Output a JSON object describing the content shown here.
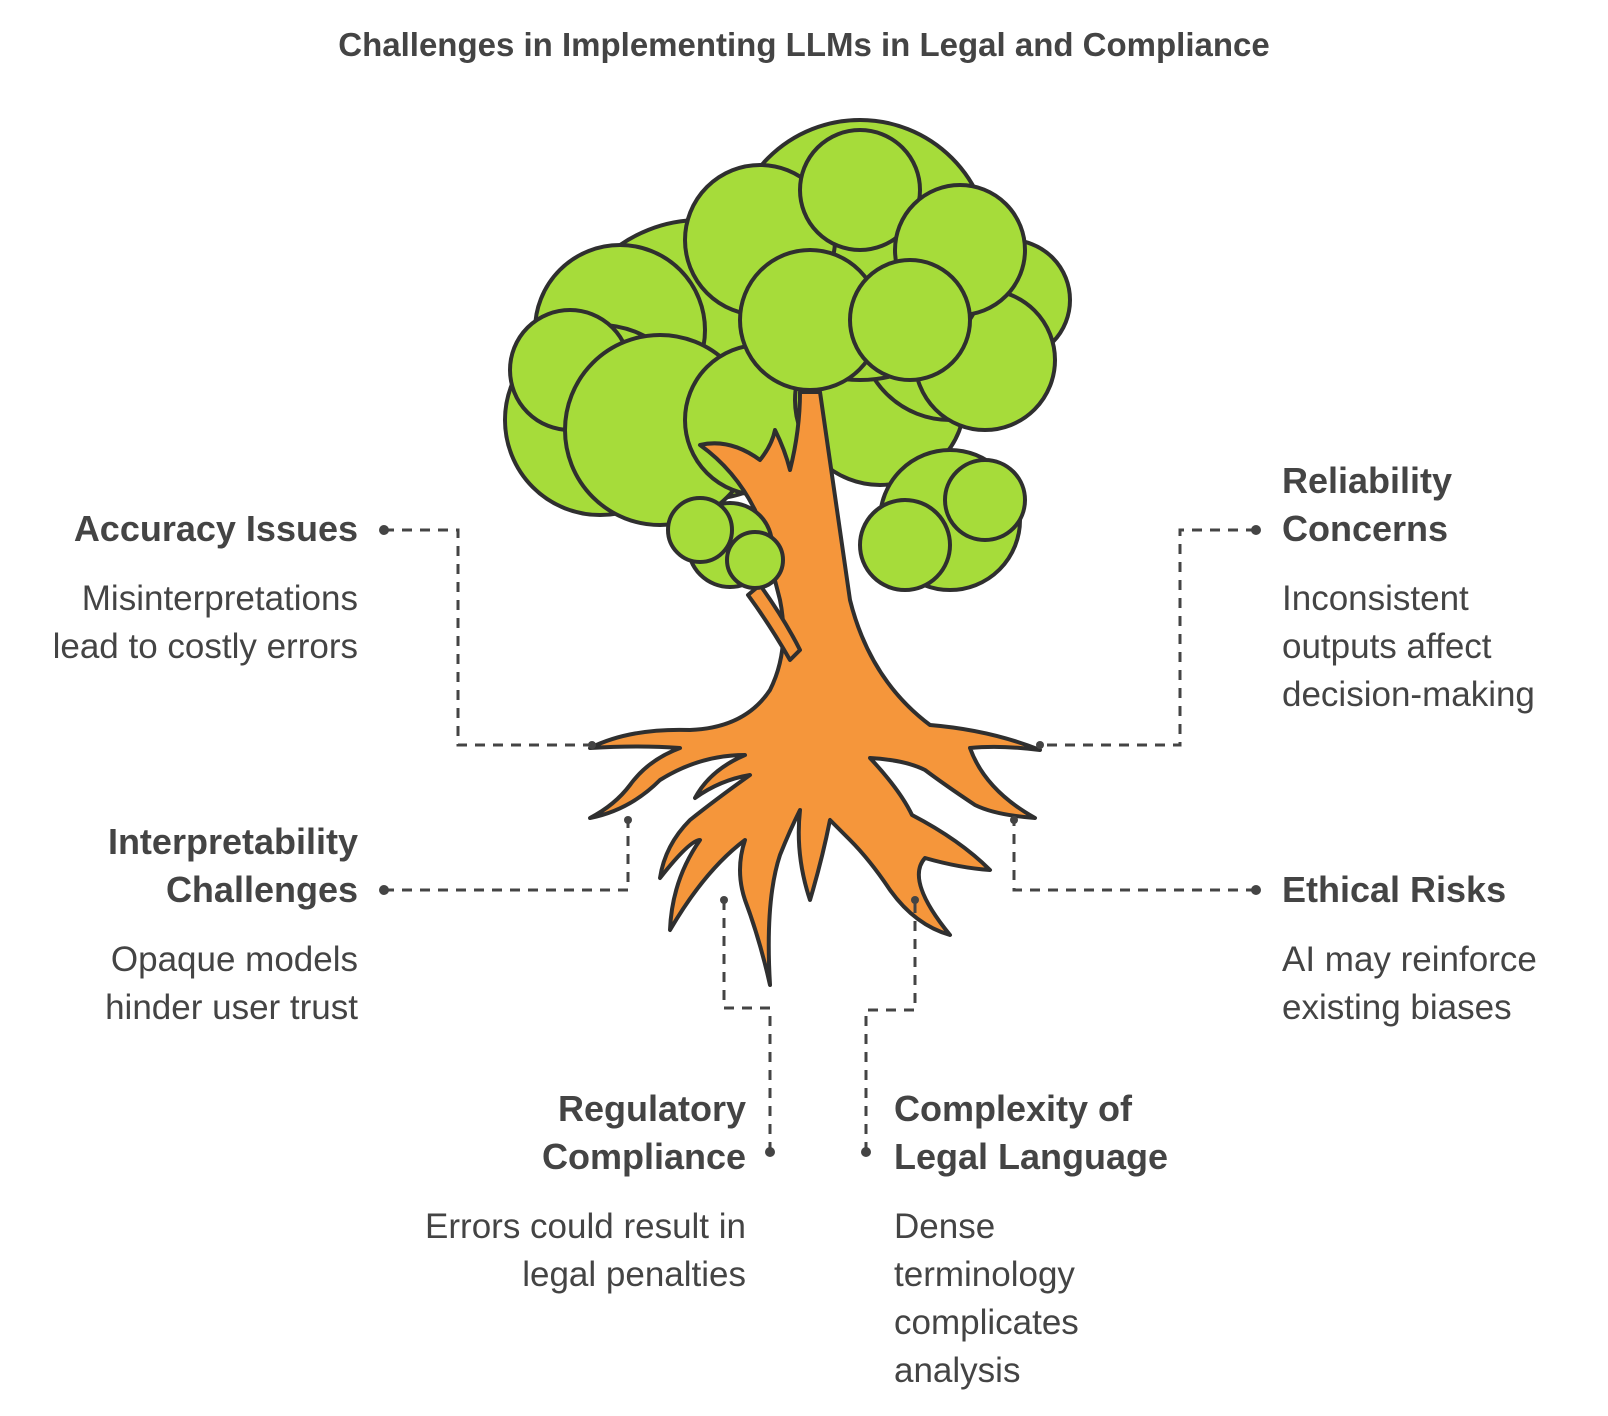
{
  "title": "Challenges in Implementing LLMs in Legal and Compliance",
  "colors": {
    "foliage": "#a6dc3a",
    "trunk": "#f5963b",
    "outline": "#2f2f2f",
    "connector": "#444444",
    "text": "#444444"
  },
  "challenges": [
    {
      "id": "accuracy",
      "title": "Accuracy Issues",
      "description": "Misinterpretations lead to costly errors"
    },
    {
      "id": "reliability",
      "title": "Reliability Concerns",
      "description": "Inconsistent outputs affect decision-making"
    },
    {
      "id": "interpretability",
      "title": "Interpretability Challenges",
      "description": "Opaque models hinder user trust"
    },
    {
      "id": "ethical",
      "title": "Ethical Risks",
      "description": "AI may reinforce existing biases"
    },
    {
      "id": "regulatory",
      "title": "Regulatory Compliance",
      "description": "Errors could result in legal penalties"
    },
    {
      "id": "complexity",
      "title": "Complexity of Legal Language",
      "description": "Dense terminology complicates analysis"
    }
  ]
}
